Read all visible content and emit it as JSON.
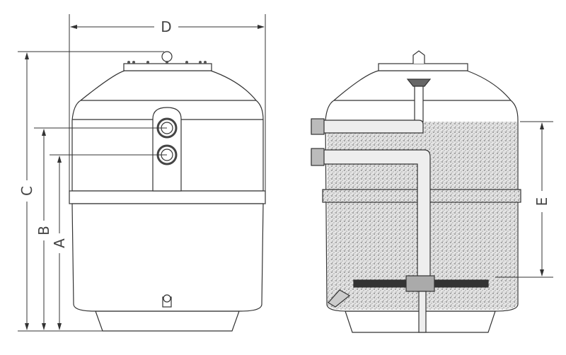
{
  "diagram": {
    "labels": {
      "d": "D",
      "c": "C",
      "b": "B",
      "a": "A",
      "e": "E"
    }
  },
  "colors": {
    "line": "#333333",
    "fill": "#ffffff",
    "media": "#d0d0d0"
  }
}
